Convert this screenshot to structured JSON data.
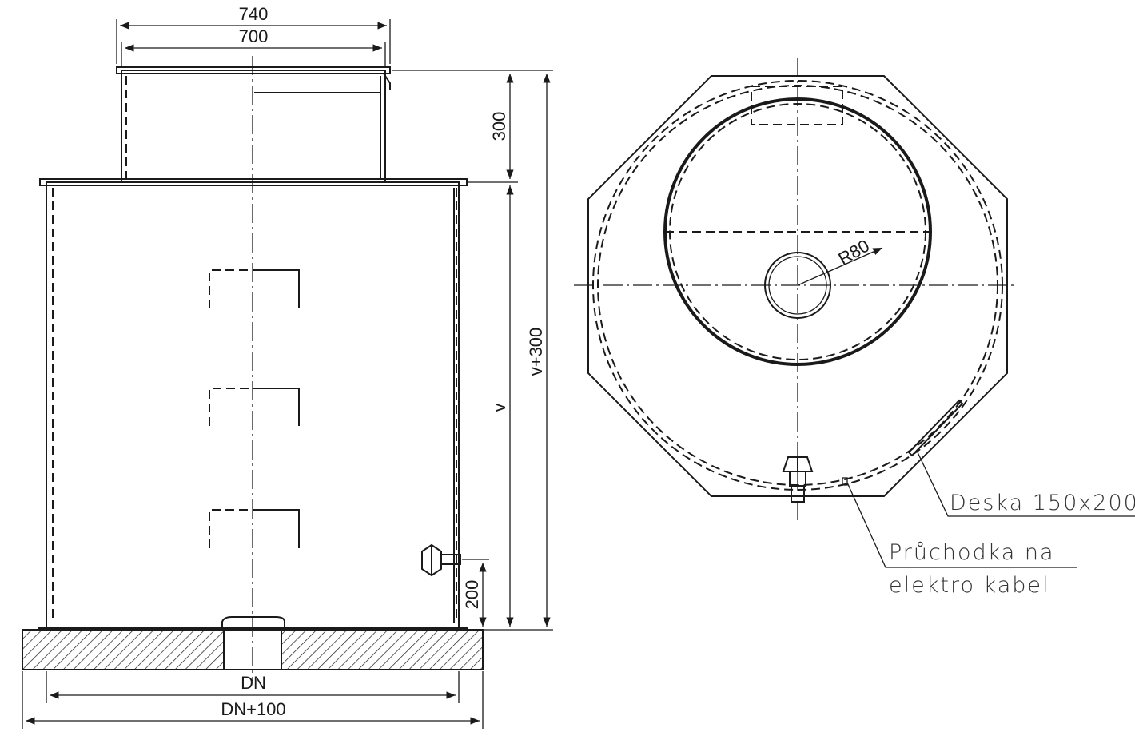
{
  "dimensions": {
    "top_outer_width": "740",
    "top_inner_width": "700",
    "neck_height": "300",
    "body_height": "v",
    "total_height": "v+300",
    "fitting_height": "200",
    "diameter": "DN",
    "base_width": "DN+100",
    "radius": "R80"
  },
  "labels": {
    "plate": "Deska 150x200",
    "grommet_line1": "Průchodka na",
    "grommet_line2": "elektro kabel"
  },
  "colors": {
    "ink": "#1a1a1a",
    "paper": "#ffffff"
  }
}
